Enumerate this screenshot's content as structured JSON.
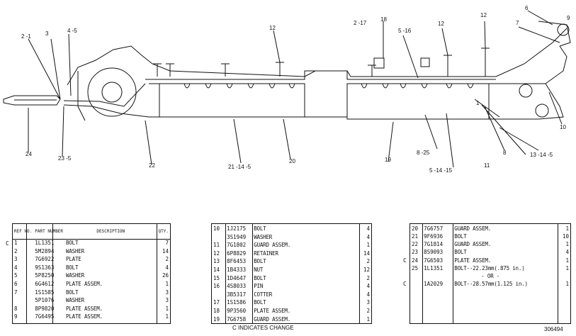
{
  "diagram": {
    "callouts": [
      "2 -1",
      "3",
      "4 -5",
      "12",
      "2 -17",
      "18",
      "5 -16",
      "12",
      "12",
      "6",
      "7",
      "9",
      "1",
      "10",
      "8",
      "13 -14 -5",
      "11",
      "5 -14 -15",
      "8 -25",
      "19",
      "20",
      "21 -14 -5",
      "22",
      "23 -5",
      "24"
    ]
  },
  "table1": {
    "header": {
      "ref": "REF NO.",
      "part": "PART NUMBER",
      "desc": "DESCRIPTION",
      "qty": "QTY."
    },
    "rows": [
      {
        "c": "C",
        "ref": "1",
        "part": "1L1351",
        "desc": "BOLT",
        "qty": "7"
      },
      {
        "c": "",
        "ref": "2",
        "part": "5M2894",
        "desc": "WASHER",
        "qty": "14"
      },
      {
        "c": "",
        "ref": "3",
        "part": "7G6922",
        "desc": "PLATE",
        "qty": "2"
      },
      {
        "c": "",
        "ref": "4",
        "part": "9S1363",
        "desc": "BOLT",
        "qty": "4"
      },
      {
        "c": "",
        "ref": "5",
        "part": "5P8250",
        "desc": "WASHER",
        "qty": "26"
      },
      {
        "c": "",
        "ref": "6",
        "part": "6G4612",
        "desc": "PLATE ASSEM.",
        "qty": "1"
      },
      {
        "c": "",
        "ref": "7",
        "part": "1S1585",
        "desc": "BOLT",
        "qty": "3"
      },
      {
        "c": "",
        "ref": "",
        "part": "5P1076",
        "desc": "WASHER",
        "qty": "3"
      },
      {
        "c": "",
        "ref": "8",
        "part": "8P9820",
        "desc": "PLATE ASSEM.",
        "qty": "1"
      },
      {
        "c": "",
        "ref": "9",
        "part": "7G6495",
        "desc": "PLATE ASSEM.",
        "qty": "1"
      }
    ]
  },
  "table2": {
    "rows": [
      {
        "ref": "10",
        "part": "1J2175",
        "desc": "BOLT",
        "qty": "4"
      },
      {
        "ref": "",
        "part": "3S1949",
        "desc": "WASHER",
        "qty": "4"
      },
      {
        "ref": "11",
        "part": "7G1802",
        "desc": "GUARD ASSEM.",
        "qty": "1"
      },
      {
        "ref": "12",
        "part": "6P8829",
        "desc": "RETAINER",
        "qty": "14"
      },
      {
        "ref": "13",
        "part": "8F6453",
        "desc": "BOLT",
        "qty": "2"
      },
      {
        "ref": "14",
        "part": "1B4333",
        "desc": "NUT",
        "qty": "12"
      },
      {
        "ref": "15",
        "part": "1D4647",
        "desc": "BOLT",
        "qty": "2"
      },
      {
        "ref": "16",
        "part": "4S8033",
        "desc": "PIN",
        "qty": "4"
      },
      {
        "ref": "",
        "part": "3B5317",
        "desc": "COTTER",
        "qty": "4"
      },
      {
        "ref": "17",
        "part": "1S1586",
        "desc": "BOLT",
        "qty": "3"
      },
      {
        "ref": "18",
        "part": "9P3560",
        "desc": "PLATE ASSEM.",
        "qty": "2"
      },
      {
        "ref": "19",
        "part": "7G6758",
        "desc": "GUARD ASSEM.",
        "qty": "1"
      }
    ]
  },
  "table3": {
    "rows": [
      {
        "c": "",
        "ref": "20",
        "part": "7G6757",
        "desc": "GUARD ASSEM.",
        "qty": "1"
      },
      {
        "c": "",
        "ref": "21",
        "part": "9F6936",
        "desc": "BOLT",
        "qty": "10"
      },
      {
        "c": "",
        "ref": "22",
        "part": "7G1814",
        "desc": "GUARD ASSEM.",
        "qty": "1"
      },
      {
        "c": "",
        "ref": "23",
        "part": "8S9093",
        "desc": "BOLT",
        "qty": "4"
      },
      {
        "c": "C",
        "ref": "24",
        "part": "7G6503",
        "desc": "PLATE ASSEM.",
        "qty": "1"
      },
      {
        "c": "",
        "ref": "25",
        "part": "1L1351",
        "desc": "BOLT--22.23mm(.875 in.)",
        "qty": "1"
      },
      {
        "c": "",
        "ref": "",
        "part": "",
        "desc": "- OR -",
        "qty": ""
      },
      {
        "c": "C",
        "ref": "",
        "part": "1A2029",
        "desc": "BOLT--28.57mm(1.125 in.)",
        "qty": "1"
      }
    ]
  },
  "footnote": "C INDICATES CHANGE",
  "illustration_number": "306494"
}
